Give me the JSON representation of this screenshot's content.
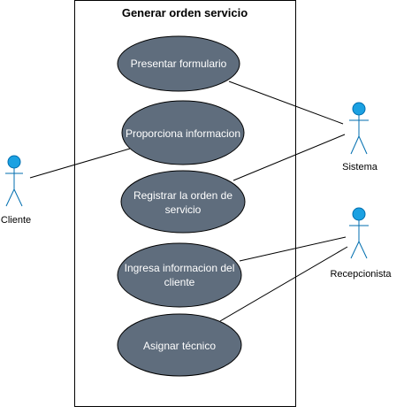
{
  "system": {
    "title": "Generar orden servicio"
  },
  "use_cases": [
    {
      "id": "presentar",
      "lines": [
        "Presentar formulario"
      ]
    },
    {
      "id": "proporciona",
      "lines": [
        "Proporciona informacion"
      ]
    },
    {
      "id": "registrar",
      "lines": [
        "Registrar la orden de",
        "servicio"
      ]
    },
    {
      "id": "ingresa",
      "lines": [
        "Ingresa informacion del",
        "cliente"
      ]
    },
    {
      "id": "asignar",
      "lines": [
        "Asignar técnico"
      ]
    }
  ],
  "actors": [
    {
      "id": "cliente",
      "label": "Cliente"
    },
    {
      "id": "sistema",
      "label": "Sistema"
    },
    {
      "id": "recepcionista",
      "label": "Recepcionista"
    }
  ],
  "colors": {
    "use_case_fill": "#5f6d7d",
    "use_case_stroke": "#000000",
    "actor_head": "#1ba1e2",
    "actor_stroke": "#006eaf"
  }
}
